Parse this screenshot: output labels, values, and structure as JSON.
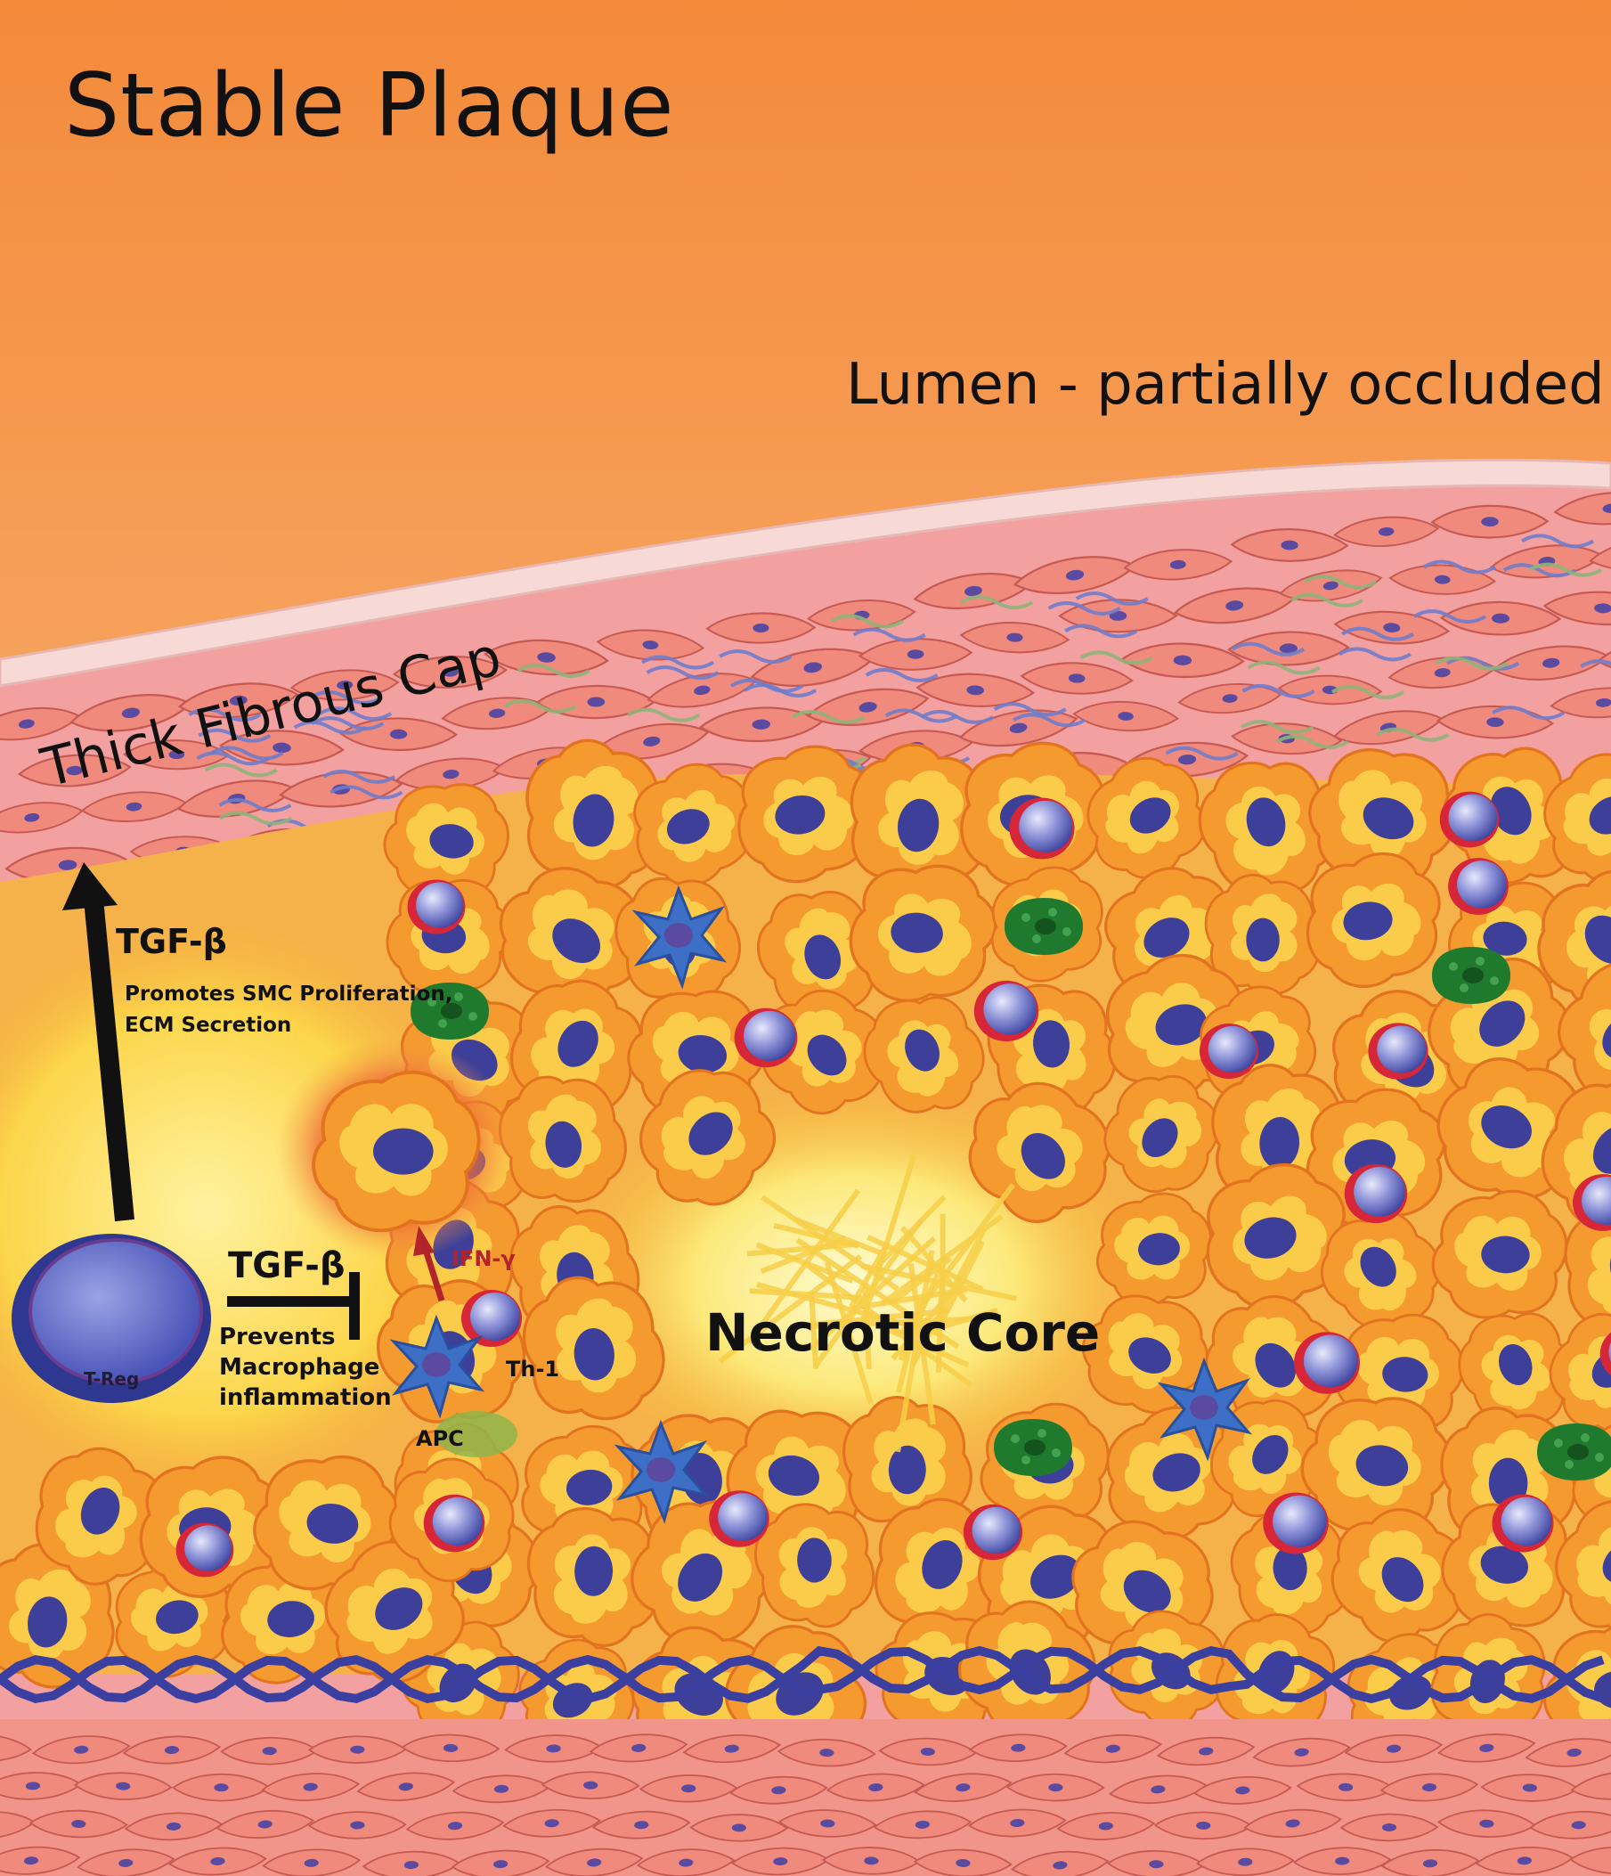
{
  "title": "Stable Plaque",
  "labels": {
    "lumen": "Lumen - partially occluded",
    "fibrous_cap": "Thick Fibrous Cap",
    "necrotic_core": "Necrotic Core",
    "tgf_beta_upper": "TGF-β",
    "tgf_beta_upper_desc": "Promotes SMC Proliferation,\nECM Secretion",
    "tgf_beta_lower": "TGF-β",
    "tgf_beta_lower_desc": "Prevents\nMacrophage\ninflammation",
    "ifn_gamma": "IFN-γ",
    "th1": "Th-1",
    "apc": "APC",
    "t_reg": "T-Reg"
  },
  "colors": {
    "lumen_top": "#f48a3a",
    "lumen_bottom": "#f9bf8a",
    "endothelium": "#f6d6d2",
    "smooth_muscle": "#ef8a7c",
    "foam_cell": "#f49a2e",
    "foam_cell_inner": "#fcd24d",
    "nucleus": "#3e3f98",
    "t_cell": "#6b73c7",
    "t_cell_rim": "#d62638",
    "apc": "#3d6fc6",
    "granule_cell": "#1f7a2e",
    "elastic_lamina": "#3a3fa0",
    "collagen_blue": "#6f7ccc",
    "collagen_green": "#8fb37a",
    "necrotic_glow": "#fff6b0",
    "arrow_red": "#b2242a"
  },
  "icons": [
    "t-reg-cell-icon",
    "th1-cell-icon",
    "apc-cell-icon",
    "foam-cell-icon",
    "smooth-muscle-cell-icon"
  ]
}
